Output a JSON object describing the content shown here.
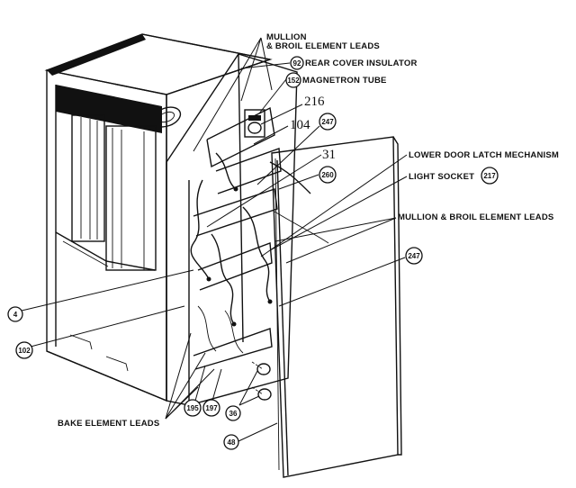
{
  "labels": {
    "mullion_top_1": "MULLION",
    "mullion_top_2": "& BROIL ELEMENT LEADS",
    "rear_cover": "REAR COVER INSULATOR",
    "magnetron": "MAGNETRON TUBE",
    "lower_door_latch": "LOWER DOOR LATCH MECHANISM",
    "light_socket": "LIGHT SOCKET",
    "mullion_right": "MULLION & BROIL ELEMENT LEADS",
    "bake_element": "BAKE ELEMENT LEADS"
  },
  "callouts": {
    "c92": "92",
    "c152": "152",
    "c216": "216",
    "c104": "104",
    "c247a": "247",
    "c31": "31",
    "c260": "260",
    "c217": "217",
    "c247b": "247",
    "c4": "4",
    "c102": "102",
    "c195": "195",
    "c197": "197",
    "c36": "36",
    "c48": "48"
  }
}
